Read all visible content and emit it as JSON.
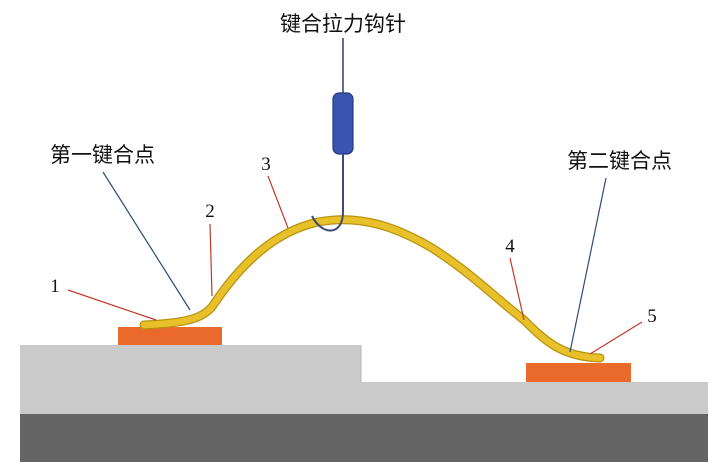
{
  "title": "键合拉力钩针",
  "labels": {
    "first_bond": "第一键合点",
    "second_bond": "第二键合点"
  },
  "callouts": [
    "1",
    "2",
    "3",
    "4",
    "5"
  ],
  "colors": {
    "wire": "#e8c02a",
    "wire_outline": "#b8920e",
    "pad": "#ea6a2c",
    "substrate": "#cacaca",
    "base": "#646464",
    "hook_handle": "#3a55b0",
    "hook_wire": "#3c4b78",
    "leader_red": "#c0392b",
    "leader_blue": "#2c4a7c"
  }
}
